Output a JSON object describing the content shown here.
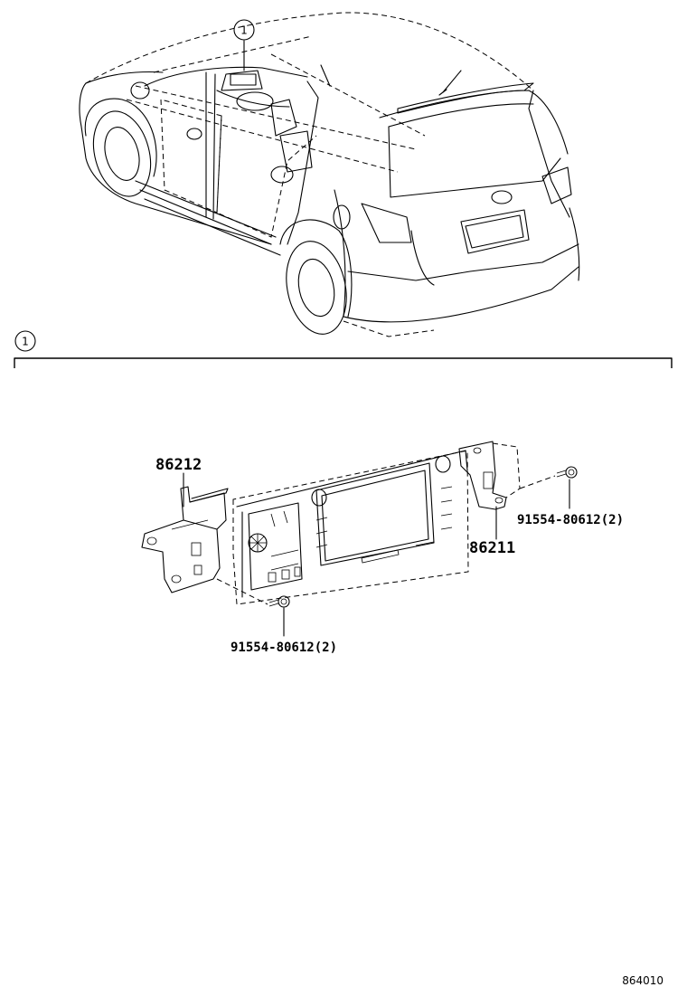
{
  "callouts": {
    "vehicle_marker": "1",
    "section_marker": "1"
  },
  "parts": {
    "bracket_left": "86212",
    "bracket_right": "86211",
    "screw_right": "91554-80612(2)",
    "screw_bottom": "91554-80612(2)"
  },
  "diagram_ref": "864010"
}
